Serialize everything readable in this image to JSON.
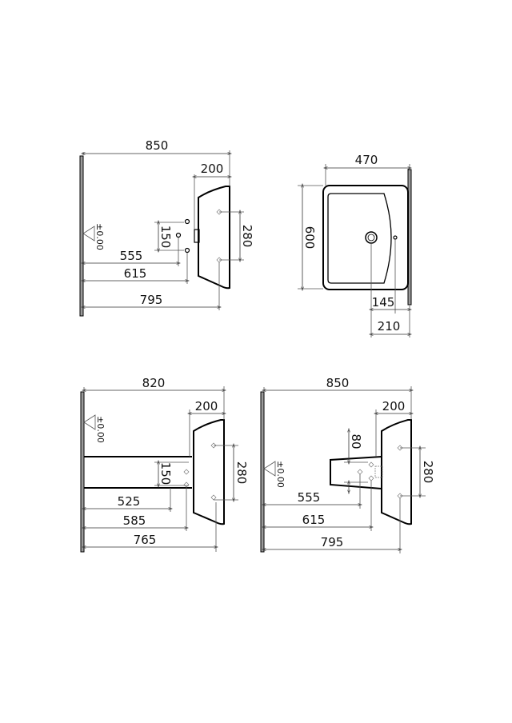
{
  "views": {
    "side_view_wall": {
      "total": "850",
      "depth": "200",
      "fixing": "280",
      "pipe_spacing": "150",
      "level": "±0.00",
      "d1": "555",
      "d2": "615",
      "d3": "795"
    },
    "top_view": {
      "width": "470",
      "length": "600",
      "drain": "145",
      "tap": "210"
    },
    "side_view_pedestal": {
      "total": "820",
      "depth": "200",
      "fixing": "280",
      "pipe_spacing": "150",
      "level": "±0.00",
      "d1": "525",
      "d2": "585",
      "d3": "765"
    },
    "side_view_trap": {
      "total": "850",
      "depth": "200",
      "fixing": "280",
      "trap_height": "80",
      "level": "±0.00",
      "d1": "555",
      "d2": "615",
      "d3": "795"
    }
  }
}
